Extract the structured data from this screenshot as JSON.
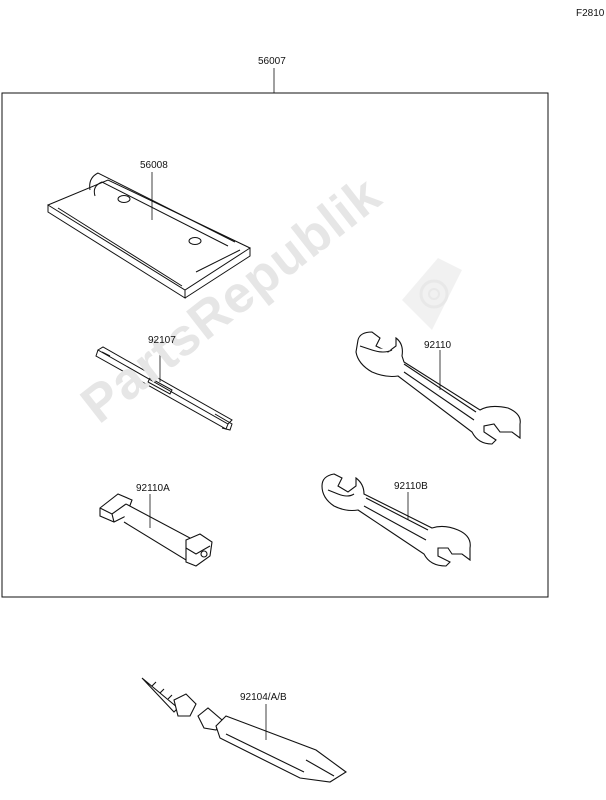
{
  "page_code": "F2810",
  "watermark": "PartsRepublik",
  "parts": {
    "kit": "56007",
    "case": "56008",
    "screwdriver": "92107",
    "wrench_large": "92110",
    "plug_socket": "92110A",
    "wrench_small": "92110B",
    "grease": "92104/A/B"
  }
}
